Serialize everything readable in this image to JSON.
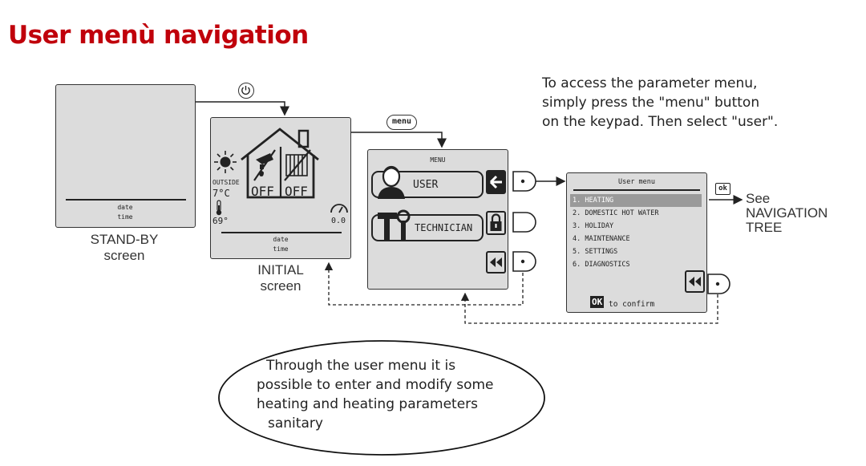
{
  "title": "User menù navigation",
  "instruction_note": [
    "To access the parameter menu,",
    "simply press the \"menu\" button",
    "on the keypad. Then select \"user\"."
  ],
  "standby_screen": {
    "date": "date",
    "time": "time",
    "caption": [
      "STAND-BY",
      "screen"
    ]
  },
  "initial_screen": {
    "outside_label": "OUTSIDE",
    "outside_temp": "7°C",
    "water_temp": "69°",
    "heating_status": "OFF",
    "dhw_status": "OFF",
    "pressure": "0.0",
    "date": "date",
    "time": "time",
    "caption": [
      "INITIAL",
      "screen"
    ]
  },
  "keys": {
    "power_icon": "power-icon",
    "menu_button": "menu",
    "ok_button": "ok"
  },
  "menu_screen": {
    "title": "MENU",
    "user_label": "USER",
    "technician_label": "TECHNICIAN"
  },
  "user_menu_screen": {
    "title": "User menu",
    "items": [
      "1. HEATING",
      "2. DOMESTIC HOT WATER",
      "3. HOLIDAY",
      "4. MAINTENANCE",
      "5. SETTINGS",
      "6. DIAGNOSTICS"
    ],
    "selected_index": 0,
    "confirm_key": "OK",
    "confirm_text": "to confirm"
  },
  "navigation_tree_label": [
    "See",
    "NAVIGATION",
    "TREE"
  ],
  "callout_note": [
    "Through the user menu it is",
    "possible to enter and modify some",
    "heating and heating parameters",
    "sanitary"
  ]
}
